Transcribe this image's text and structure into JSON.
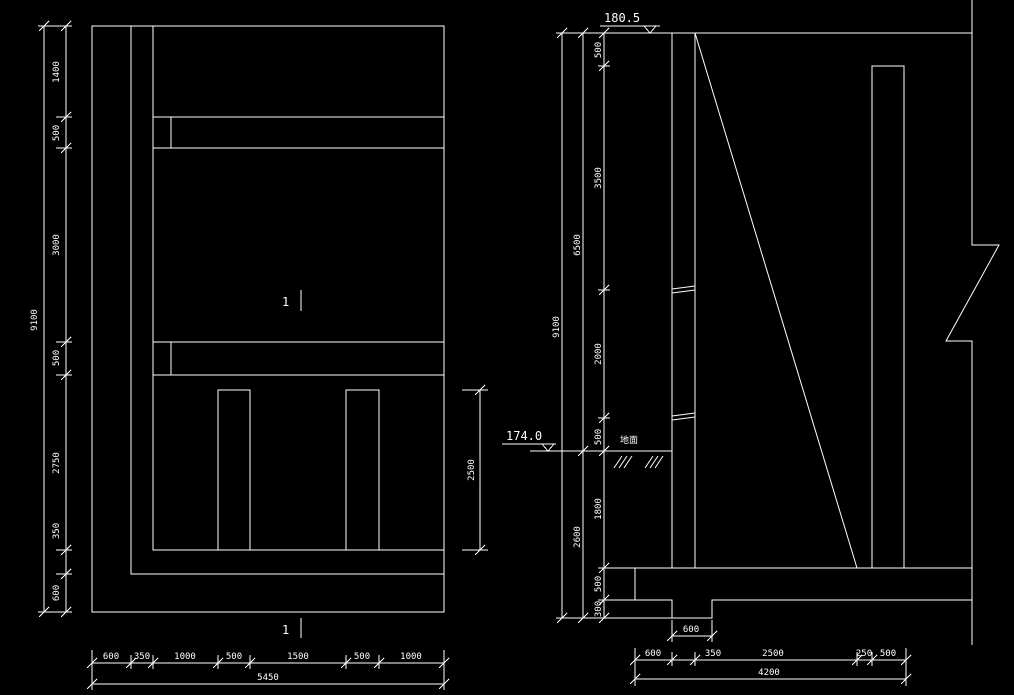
{
  "left_view": {
    "vertical_dims": [
      "1400",
      "500",
      "3000",
      "500",
      "2750",
      "350",
      "600"
    ],
    "overall_height": "9100",
    "opening_height": "2500",
    "section_mark": "1",
    "horizontal_dims": [
      "600",
      "350",
      "1000",
      "500",
      "1500",
      "500",
      "1000"
    ],
    "overall_width": "5450"
  },
  "right_view": {
    "top_level": "180.5",
    "ground_level": "174.0",
    "ground_label": "地面",
    "inner_dims": [
      "500",
      "3500",
      "2000",
      "500",
      "1800",
      "500",
      "300"
    ],
    "mid_dims": [
      "6500",
      "9100",
      "2600"
    ],
    "base_dim": "600",
    "horizontal_dims": [
      "600",
      "350",
      "2500",
      "250",
      "500"
    ],
    "overall_width": "4200"
  }
}
